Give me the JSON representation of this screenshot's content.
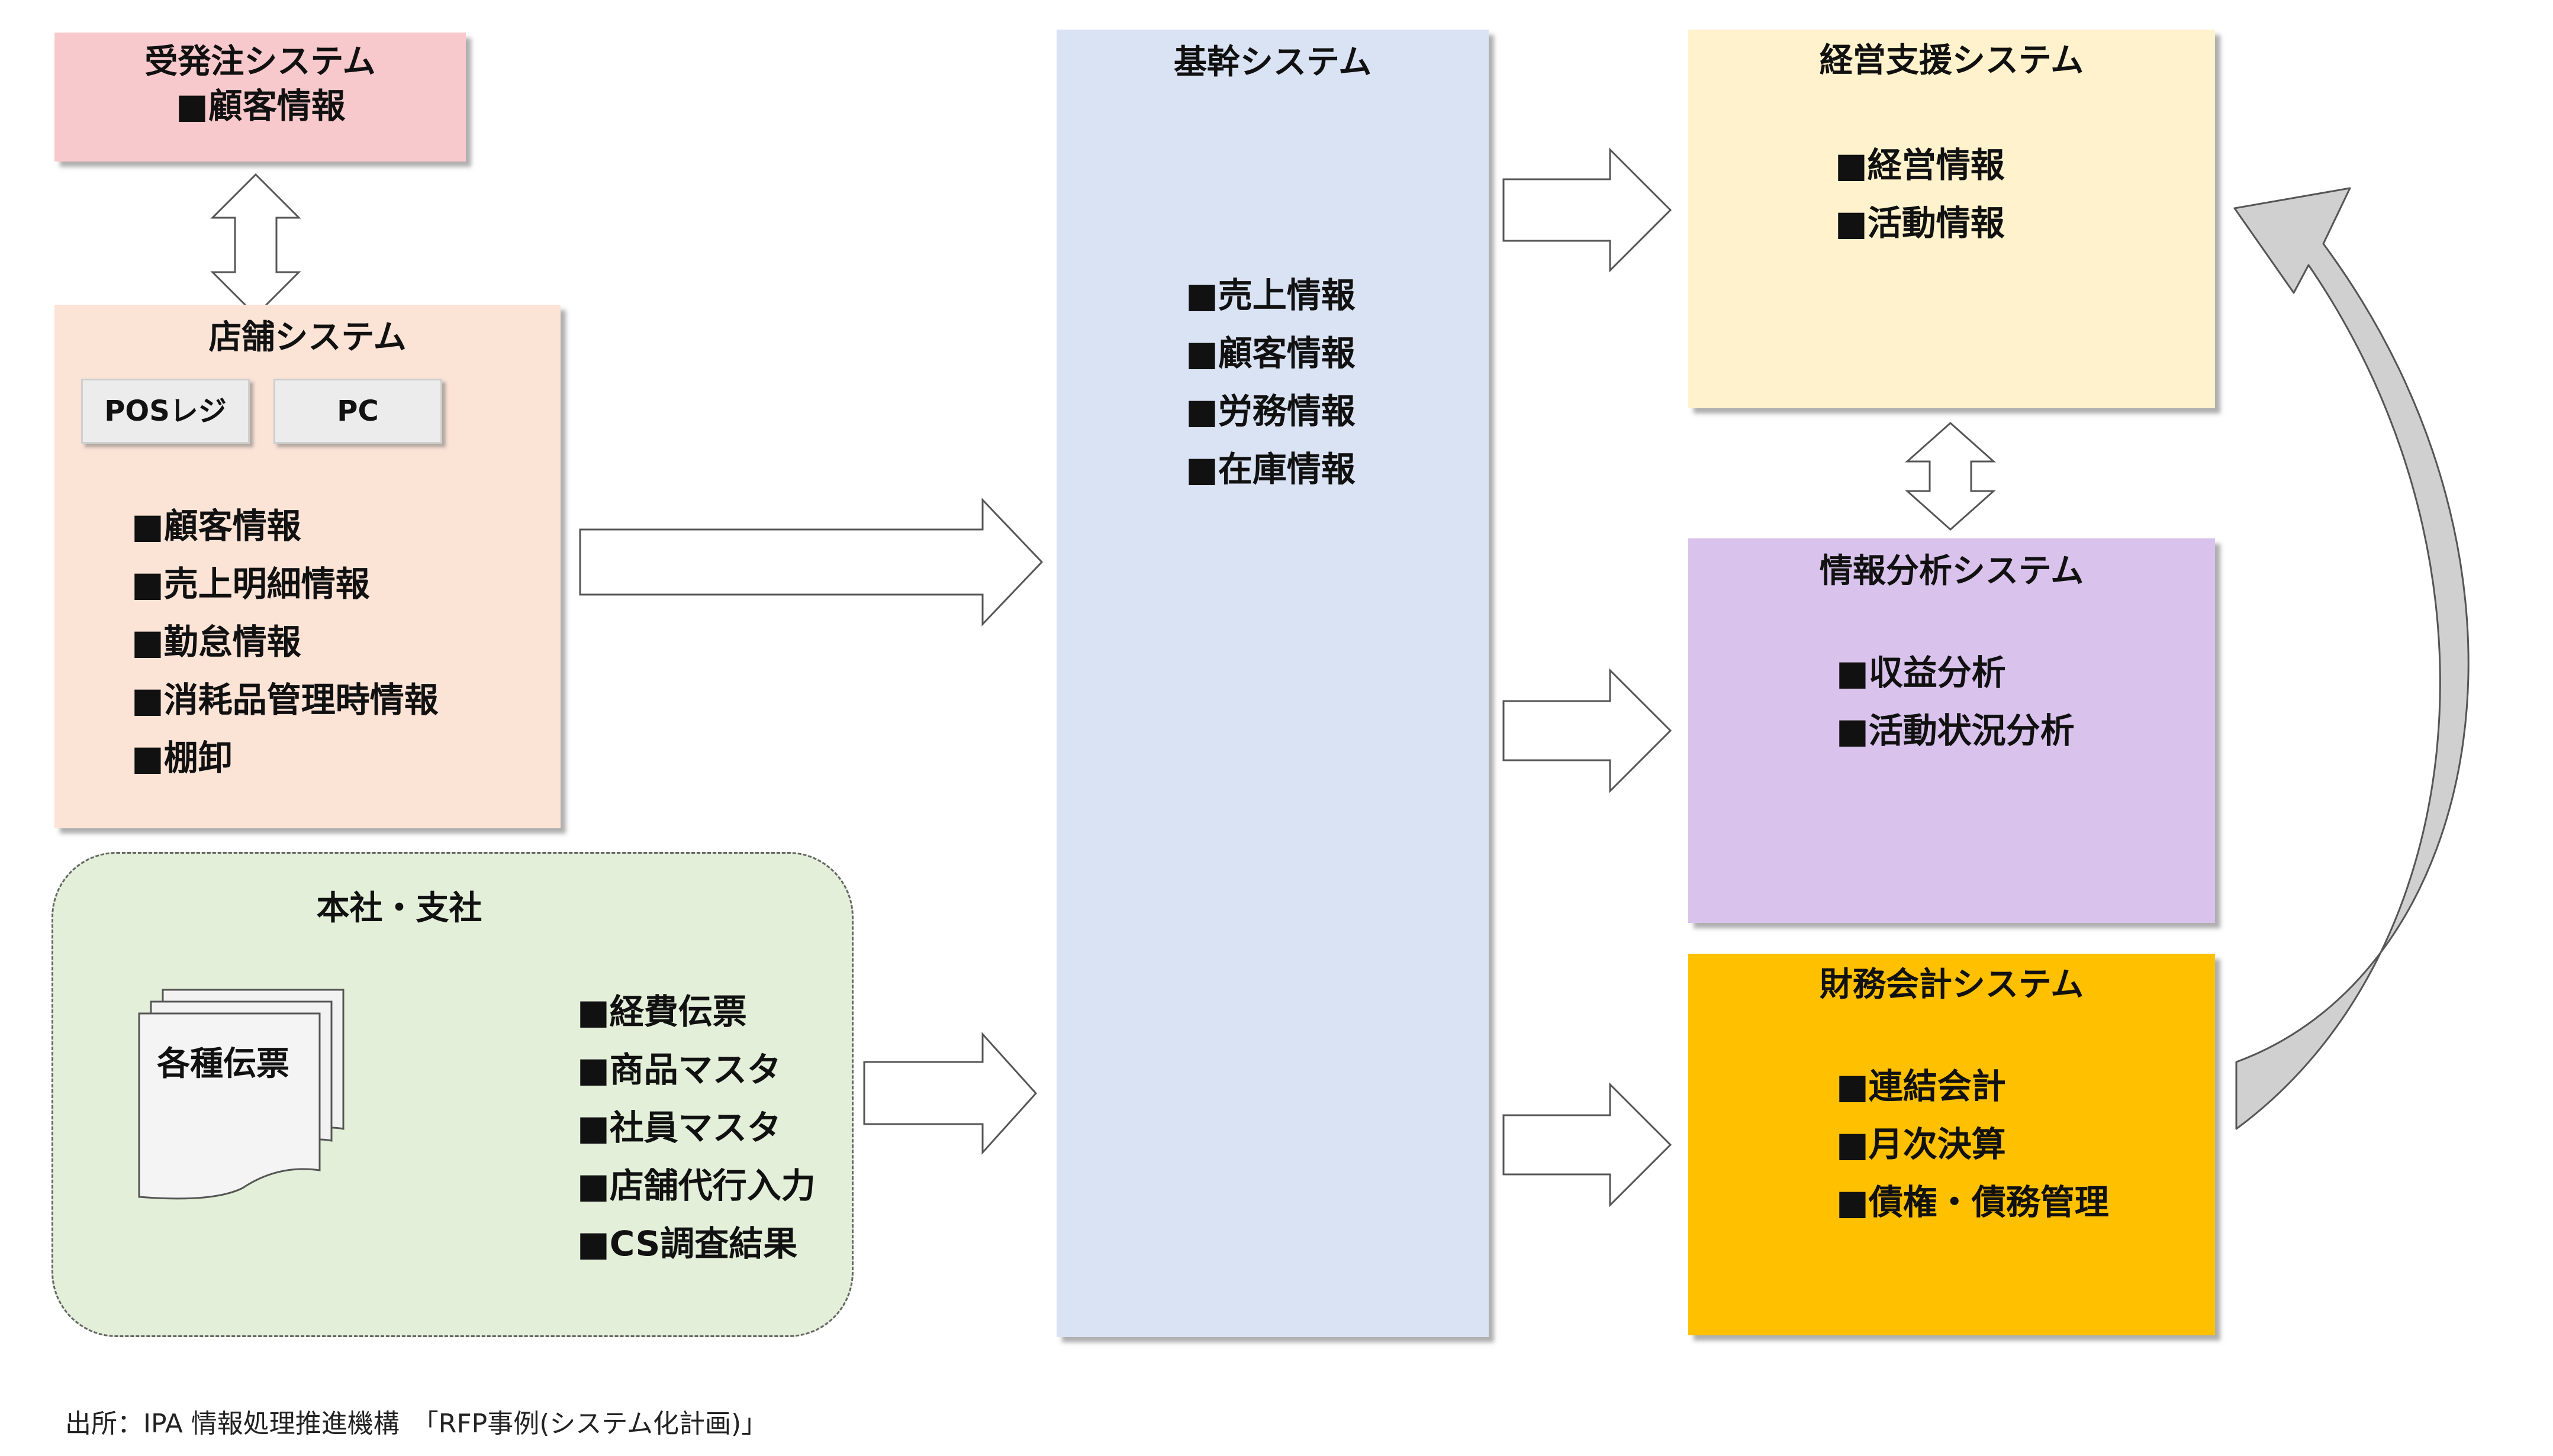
{
  "juhacchu": {
    "title": "受発注システム",
    "items": [
      "■顧客情報"
    ]
  },
  "tenpo": {
    "title": "店舗システム",
    "devices": [
      "POSレジ",
      "PC"
    ],
    "items": [
      "■顧客情報",
      "■売上明細情報",
      "■勤怠情報",
      "■消耗品管理時情報",
      "■棚卸"
    ]
  },
  "honsha": {
    "title": "本社・支社",
    "doc_label": "各種伝票",
    "items": [
      "■経費伝票",
      "■商品マスタ",
      "■社員マスタ",
      "■店舗代行入力",
      "■CS調査結果"
    ]
  },
  "kikan": {
    "title": "基幹システム",
    "items": [
      "■売上情報",
      "■顧客情報",
      "■労務情報",
      "■在庫情報"
    ]
  },
  "keiei": {
    "title": "経営支援システム",
    "items": [
      "■経営情報",
      "■活動情報"
    ]
  },
  "bunseki": {
    "title": "情報分析システム",
    "items": [
      "■収益分析",
      "■活動状況分析"
    ]
  },
  "zaimu": {
    "title": "財務会計システム",
    "items": [
      "■連結会計",
      "■月次決算",
      "■債権・債務管理"
    ]
  },
  "footer": "出所：IPA 情報処理推進機構　「RFP事例(システム化計画)」",
  "colors": {
    "juhacchu": "#f8c9cc",
    "tenpo": "#fbe3d6",
    "honsha": "#e3efd9",
    "kikan": "#dae3f3",
    "keiei": "#fff2cc",
    "bunseki": "#d9c3ec",
    "zaimu": "#ffc000"
  }
}
